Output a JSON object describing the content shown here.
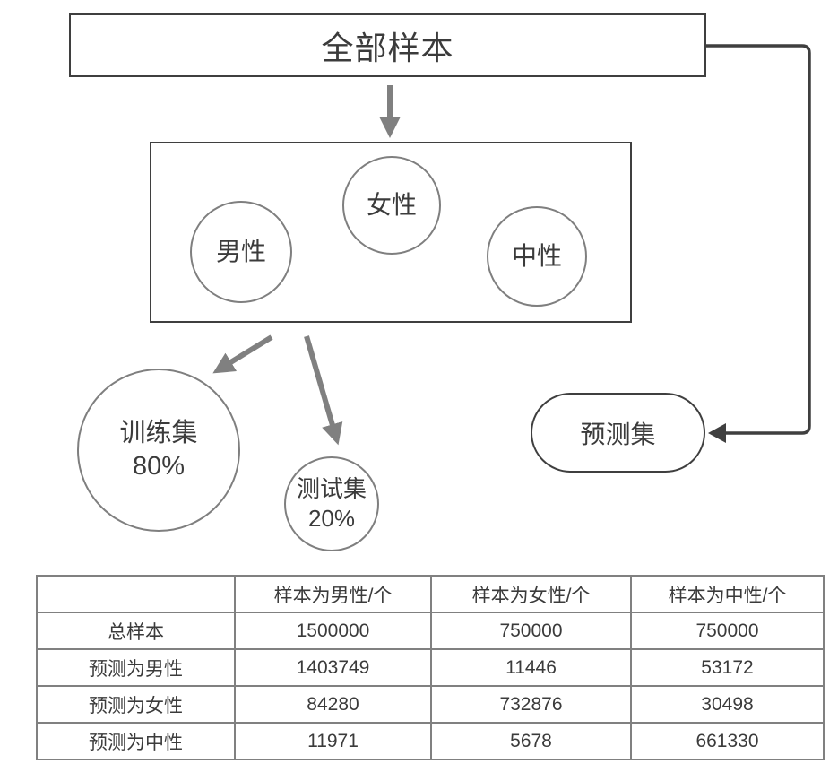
{
  "diagram": {
    "top_box": {
      "label": "全部样本"
    },
    "gender_box": {
      "male_label": "男性",
      "female_label": "女性",
      "neutral_label": "中性"
    },
    "train_circle": {
      "label": "训练集",
      "percent": "80%"
    },
    "test_circle": {
      "label": "测试集",
      "percent": "20%"
    },
    "prediction_box": {
      "label": "预测集"
    }
  },
  "table": {
    "headers": [
      "",
      "样本为男性/个",
      "样本为女性/个",
      "样本为中性/个"
    ],
    "rows": [
      {
        "label": "总样本",
        "values": [
          "1500000",
          "750000",
          "750000"
        ]
      },
      {
        "label": "预测为男性",
        "values": [
          "1403749",
          "11446",
          "53172"
        ]
      },
      {
        "label": "预测为女性",
        "values": [
          "84280",
          "732876",
          "30498"
        ]
      },
      {
        "label": "预测为中性",
        "values": [
          "11971",
          "5678",
          "661330"
        ]
      }
    ]
  },
  "colors": {
    "box_border": "#3f3f3f",
    "circle_border": "#7f7f7f",
    "arrow_gray": "#808080",
    "connector_dark": "#3f3f3f",
    "table_border": "#808080",
    "text": "#3b3b3b"
  }
}
